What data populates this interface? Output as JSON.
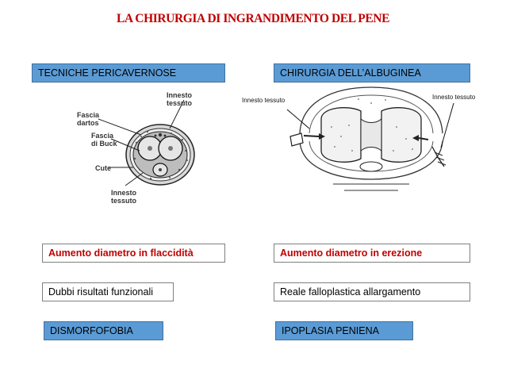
{
  "title": "LA CHIRURGIA DI INGRANDIMENTO DEL PENE",
  "left": {
    "header": "TECNICHE PERICAVERNOSE",
    "labels": {
      "fascia_dartos": "Fascia\ndartos",
      "innesto_top": "Innesto\ntessuto",
      "fascia_buck": "Fascia\ndi Buck",
      "cute": "Cute",
      "innesto_bottom": "Innesto\ntessuto"
    },
    "effect": "Aumento diametro in flaccidità",
    "result": "Dubbi risultati funzionali",
    "indication": "DISMORFOFOBIA"
  },
  "right": {
    "header": "CHIRURGIA DELL’ALBUGINEA",
    "labels": {
      "innesto_left": "Innesto tessuto",
      "innesto_right": "Innesto tessuto"
    },
    "effect": "Aumento diametro in erezione",
    "result": "Reale falloplastica allargamento",
    "indication": "IPOPLASIA PENIENA"
  },
  "colors": {
    "title": "#c00000",
    "header_fill": "#5b9bd5",
    "effect_text": "#c00000"
  }
}
